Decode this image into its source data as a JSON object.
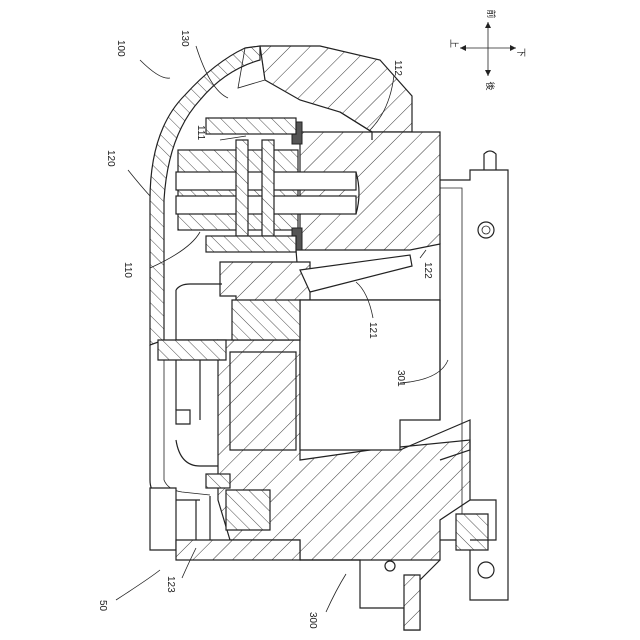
{
  "figure": {
    "labels": [
      {
        "id": "100",
        "text": "100"
      },
      {
        "id": "130",
        "text": "130"
      },
      {
        "id": "112",
        "text": "112"
      },
      {
        "id": "111",
        "text": "111"
      },
      {
        "id": "120",
        "text": "120"
      },
      {
        "id": "110",
        "text": "110"
      },
      {
        "id": "122",
        "text": "122"
      },
      {
        "id": "121",
        "text": "121"
      },
      {
        "id": "301",
        "text": "301"
      },
      {
        "id": "123",
        "text": "123"
      },
      {
        "id": "50",
        "text": "50"
      },
      {
        "id": "300",
        "text": "300"
      }
    ],
    "compass": {
      "up": "上",
      "down": "下",
      "front": "前",
      "rear": "後"
    }
  }
}
